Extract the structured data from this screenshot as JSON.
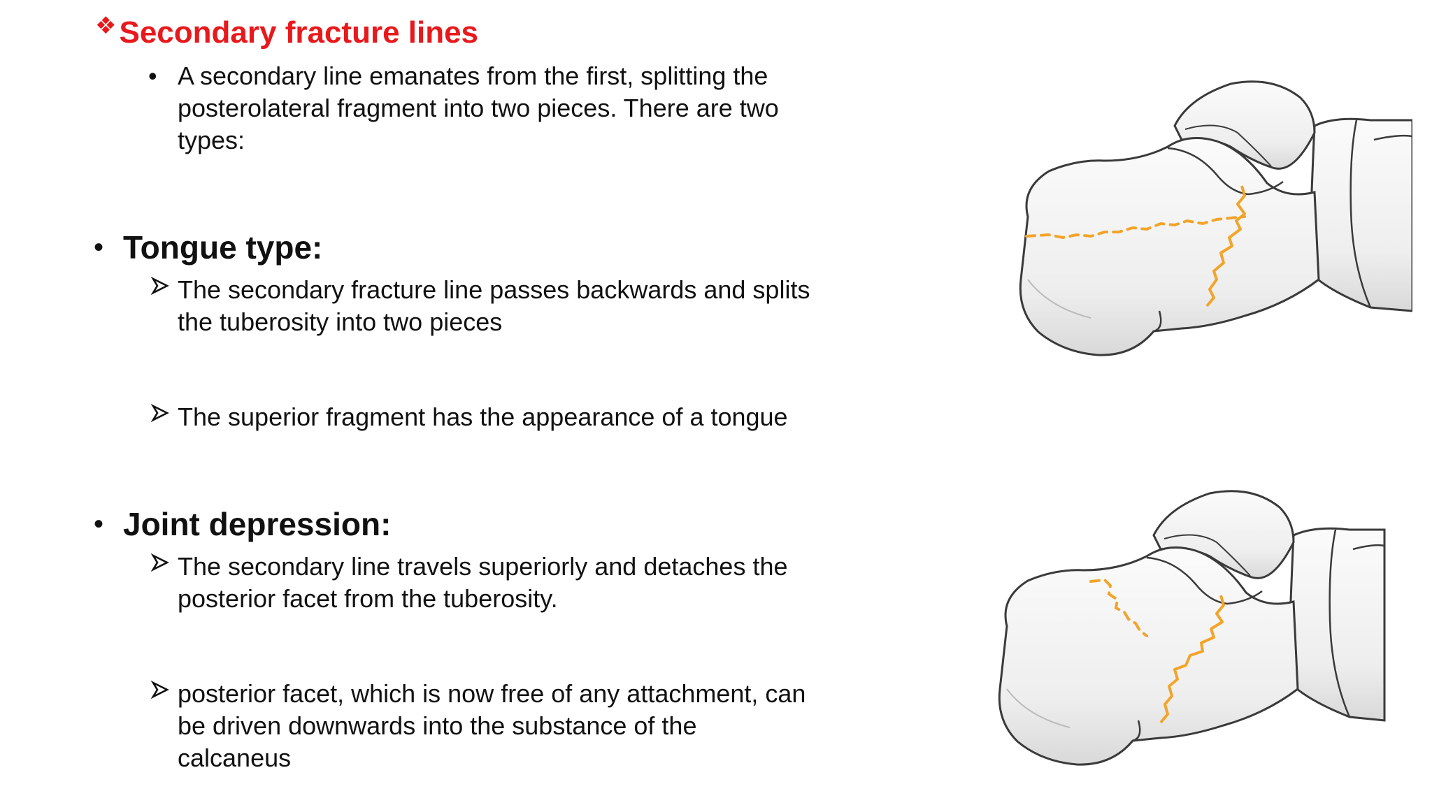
{
  "title": {
    "icon": "four-diamond-bullet-icon",
    "text": "Secondary fracture lines",
    "color": "#e8191c"
  },
  "intro": {
    "line1": "A secondary line emanates from the first, splitting the",
    "line2": "posterolateral fragment into two pieces. There are two",
    "line3": "types:"
  },
  "tongue": {
    "heading": "Tongue type:",
    "point1_line1": "The secondary fracture line passes backwards and splits",
    "point1_line2": "the tuberosity into two pieces",
    "point2_line1": "The superior fragment has the appearance of a tongue"
  },
  "joint": {
    "heading": "Joint depression:",
    "point1_line1": "The secondary line travels superiorly and detaches the",
    "point1_line2": "posterior facet from the tuberosity.",
    "point2_line1": "posterior facet, which is now free of any attachment, can",
    "point2_line2": "be driven downwards into the substance of the",
    "point2_line3": "calcaneus"
  },
  "colors": {
    "fracture_line": "#f2a42a",
    "bone_fill": "#f1f1f1",
    "bone_outline": "#3a3a3a"
  }
}
